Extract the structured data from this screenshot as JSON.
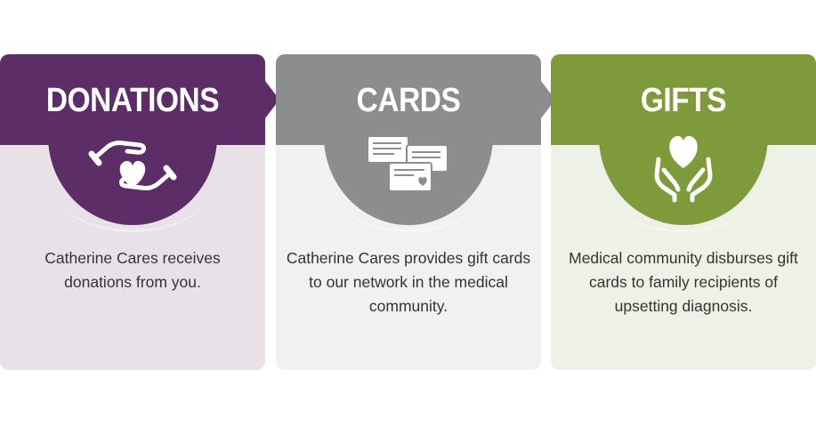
{
  "colors": {
    "donations_accent": "#5d2d68",
    "donations_bg": "#e8e2e8",
    "cards_accent": "#8c8d8f",
    "cards_bg": "#f1f1f1",
    "gifts_accent": "#7f9a3a",
    "gifts_bg": "#eef1e6"
  },
  "steps": [
    {
      "title": "DONATIONS",
      "icon": "hands-giving-heart-icon",
      "description": "Catherine Cares receives donations from you."
    },
    {
      "title": "CARDS",
      "icon": "gift-cards-icon",
      "description": "Catherine Cares provides gift cards to our network in the medical community."
    },
    {
      "title": "GIFTS",
      "icon": "hands-holding-heart-icon",
      "description": "Medical community disburses gift cards to family recipients of upsetting diagnosis."
    }
  ]
}
